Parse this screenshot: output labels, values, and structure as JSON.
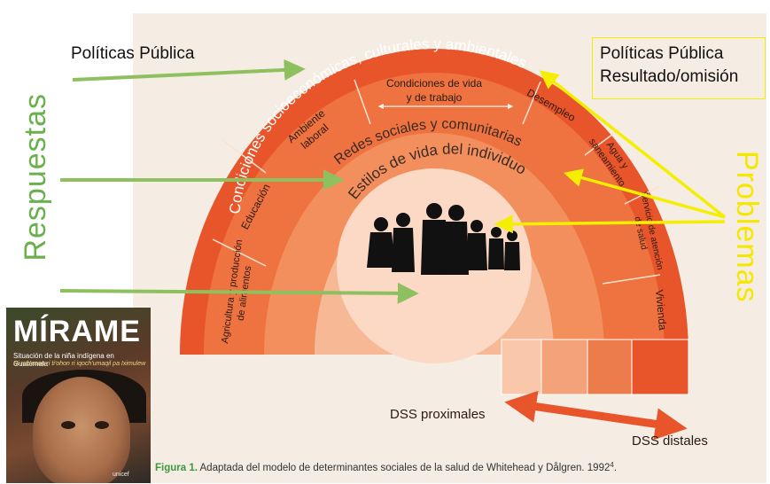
{
  "labels": {
    "politicas_left": "Políticas Pública",
    "politicas_right_1": "Políticas Pública",
    "politicas_right_2": "Resultado/omisión",
    "respuestas": "Respuestas",
    "problemas": "Problemas"
  },
  "diagram": {
    "outer_ring": "Condiciones socioeconómicas, culturales y ambientales",
    "middle_ring": "Redes sociales y comunitarias",
    "inner_ring": "Estilos de vida del individuo",
    "sectors": {
      "condiciones_vida": [
        "Condiciones de vida",
        "y de trabajo"
      ],
      "ambiente": [
        "Ambiente",
        "laboral"
      ],
      "educacion": "Educación",
      "agricultura": [
        "Agricultura y producción",
        "de alimentos"
      ],
      "desempleo": "Desempleo",
      "agua": [
        "Agua y",
        "saneamiento"
      ],
      "servicios": [
        "Servicio de atención",
        "de salud"
      ],
      "vivienda": "Vivienda"
    },
    "dss_proximales": "DSS proximales",
    "dss_distales": "DSS distales",
    "caption_prefix": "Figura 1.",
    "caption_text": " Adaptada del modelo de determinantes sociales de la salud de Whitehead y Dålgren. 1992",
    "caption_sup": "4",
    "caption_end": "."
  },
  "cover": {
    "title": "MÍRAME",
    "subtitle": "Situación de la niña indígena en Guatemala",
    "subtitle2": "Ri rub'anon ri ti'ohon ri iqoch'umaqil pa Iximulew",
    "tag": "unicef"
  },
  "colors": {
    "background_panel": "#f5ece3",
    "outer_ring": "#e8552a",
    "middle_ring": "#f28f5d",
    "inner_ring": "#f7b896",
    "core": "#fbd9c4",
    "arrow_green": "#8fc060",
    "arrow_yellow": "#f4ee00",
    "caption_green": "#3b9a3b"
  }
}
